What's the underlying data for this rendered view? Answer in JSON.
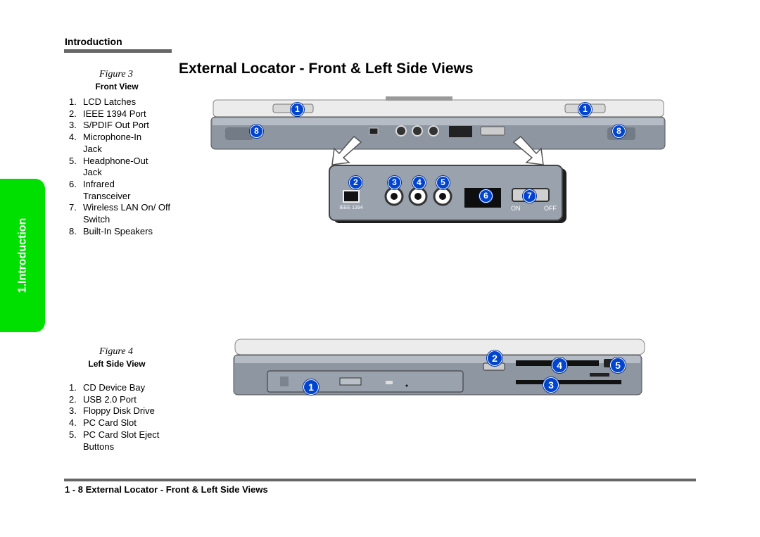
{
  "header": {
    "section": "Introduction"
  },
  "page_title": "External Locator - Front & Left Side Views",
  "side_tab": {
    "label": "1.Introduction"
  },
  "figure3": {
    "label": "Figure 3",
    "title": "Front View",
    "items": [
      {
        "num": "1.",
        "text": "LCD Latches"
      },
      {
        "num": "2.",
        "text": "IEEE 1394 Port"
      },
      {
        "num": "3.",
        "text": "S/PDIF Out Port"
      },
      {
        "num": "4.",
        "text": "Microphone-In Jack"
      },
      {
        "num": "5.",
        "text": "Headphone-Out Jack"
      },
      {
        "num": "6.",
        "text": "Infrared Transceiver"
      },
      {
        "num": "7.",
        "text": "Wireless LAN On/ Off Switch"
      },
      {
        "num": "8.",
        "text": "Built-In Speakers"
      }
    ],
    "callouts": [
      "1",
      "1",
      "8",
      "8",
      "2",
      "3",
      "4",
      "5",
      "6",
      "7"
    ],
    "port_labels": {
      "ieee": "IEEE 1394",
      "on": "ON",
      "off": "OFF"
    }
  },
  "figure4": {
    "label": "Figure 4",
    "title": "Left Side View",
    "items": [
      {
        "num": "1.",
        "text": "CD Device Bay"
      },
      {
        "num": "2.",
        "text": "USB 2.0 Port"
      },
      {
        "num": "3.",
        "text": "Floppy Disk Drive"
      },
      {
        "num": "4.",
        "text": "PC Card Slot"
      },
      {
        "num": "5.",
        "text": "PC Card Slot Eject Buttons"
      }
    ],
    "callouts": [
      "1",
      "2",
      "3",
      "4",
      "5"
    ]
  },
  "footer": {
    "text": "1 - 8 External Locator - Front & Left Side Views"
  },
  "colors": {
    "tab_green": "#00e000",
    "callout_blue": "#0044d0",
    "rule_gray": "#666666"
  }
}
